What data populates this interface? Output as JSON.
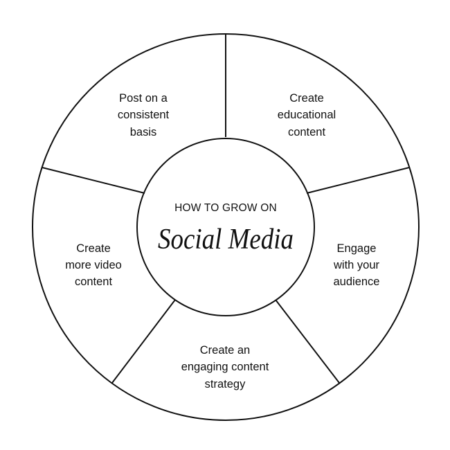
{
  "center": {
    "line1": "HOW TO GROW ON",
    "line2": "Social Media"
  },
  "segments": [
    {
      "id": "post-consistent",
      "lines": [
        "Post on a",
        "consistent",
        "basis"
      ]
    },
    {
      "id": "educational",
      "lines": [
        "Create",
        "educational",
        "content"
      ]
    },
    {
      "id": "engage-audience",
      "lines": [
        "Engage",
        "with your",
        "audience"
      ]
    },
    {
      "id": "content-strategy",
      "lines": [
        "Create an",
        "engaging content",
        "strategy"
      ]
    },
    {
      "id": "video-content",
      "lines": [
        "Create",
        "more video",
        "content"
      ]
    }
  ],
  "colors": {
    "stroke": "#111111",
    "text": "#111111",
    "background": "#ffffff"
  }
}
